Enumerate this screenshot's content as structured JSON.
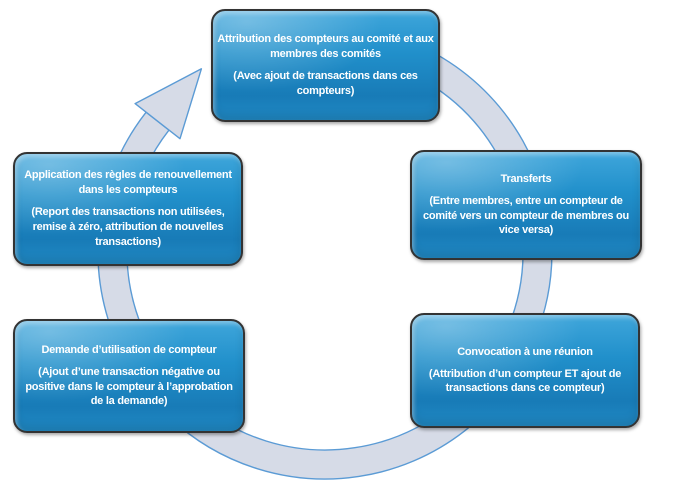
{
  "diagram": {
    "type": "cycle",
    "direction": "clockwise",
    "nodes": [
      {
        "position": "top",
        "title": "Attribution des compteurs au comité et aux membres des comités",
        "detail": "(Avec ajout de transactions dans ces compteurs)"
      },
      {
        "position": "right",
        "title": "Transferts",
        "detail": "(Entre membres, entre un compteur de comité  vers un compteur de membres ou vice versa)"
      },
      {
        "position": "bottom-right",
        "title": "Convocation à une réunion",
        "detail": "(Attribution d’un compteur ET ajout de transactions dans ce compteur)"
      },
      {
        "position": "bottom-left",
        "title": "Demande d’utilisation de compteur",
        "detail": "(Ajout d’une transaction négative ou positive dans le compteur à l’approbation de la demande)"
      },
      {
        "position": "left",
        "title": "Application des règles de renouvellement dans les compteurs",
        "detail": "(Report des transactions non utilisées, remise à zéro, attribution de nouvelles transactions)"
      }
    ],
    "colors": {
      "node_fill_top": "#3FA6DB",
      "node_fill": "#1C84C1",
      "node_border": "#333333",
      "node_text": "#FFFFFF",
      "ring_fill": "#D6DBE7",
      "ring_stroke": "#5B9BD5"
    }
  }
}
